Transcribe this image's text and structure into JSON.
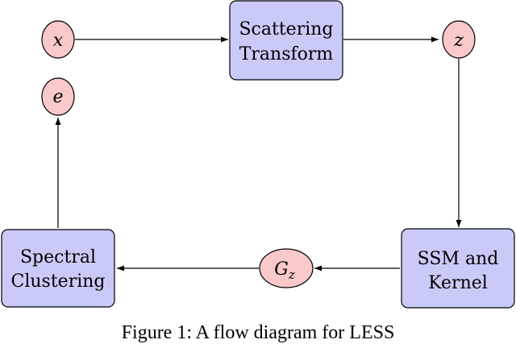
{
  "nodes": {
    "x": {
      "label": "x"
    },
    "z": {
      "label": "z"
    },
    "e": {
      "label": "e"
    },
    "gz": {
      "label": "G",
      "subscript": "z"
    },
    "scattering": {
      "lines": [
        "Scattering",
        "Transform"
      ]
    },
    "ssm": {
      "lines": [
        "SSM and",
        "Kernel"
      ]
    },
    "spectral": {
      "lines": [
        "Spectral",
        "Clustering"
      ]
    }
  },
  "caption": "Figure 1: A flow diagram for LESS",
  "colors": {
    "circle_fill": "#f9c8c8",
    "box_fill": "#cacaf9",
    "stroke": "#000000"
  }
}
